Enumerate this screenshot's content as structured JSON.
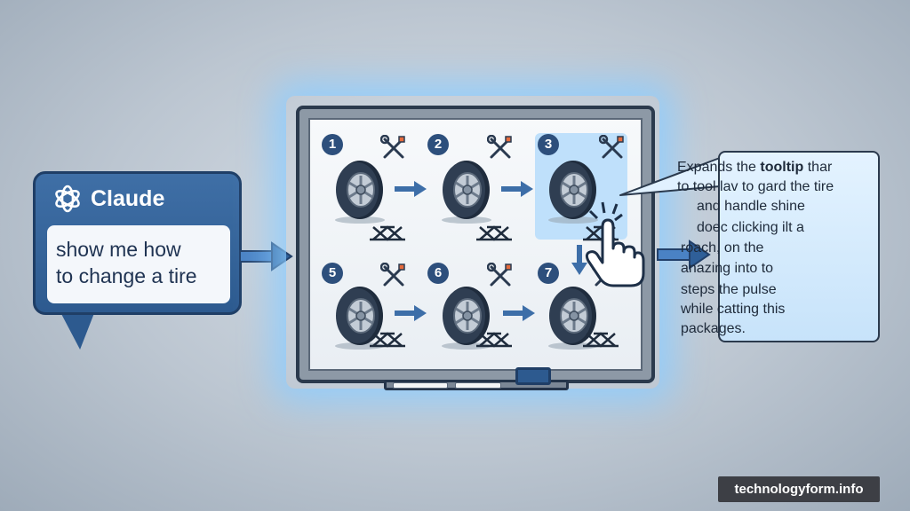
{
  "chat": {
    "app_name": "Claude",
    "message_line1": "show me how",
    "message_line2": "to change a tire"
  },
  "steps": [
    {
      "number": "1"
    },
    {
      "number": "2"
    },
    {
      "number": "3"
    },
    {
      "number": "5"
    },
    {
      "number": "6"
    },
    {
      "number": "7"
    }
  ],
  "tooltip": {
    "lines": [
      {
        "pre": "Expands the ",
        "bold": "tooltip",
        "post": " thar"
      },
      {
        "pre": "to tool lav to gard the tire",
        "bold": "",
        "post": ""
      },
      {
        "pre": "and handle shine",
        "bold": "",
        "post": ""
      },
      {
        "pre": "doec clicking ilt a",
        "bold": "",
        "post": ""
      },
      {
        "pre": "roach, on the",
        "bold": "",
        "post": ""
      },
      {
        "pre": "anazing into to",
        "bold": "",
        "post": ""
      },
      {
        "pre": "steps the pulse",
        "bold": "",
        "post": ""
      },
      {
        "pre": "while catting this",
        "bold": "",
        "post": ""
      },
      {
        "pre": "packages.",
        "bold": "",
        "post": ""
      }
    ]
  },
  "watermark": "technologyform.info",
  "colors": {
    "accent": "#2d5a8f",
    "glow": "#8ccdff",
    "highlight": "#bfe0fb",
    "tooltip_bg": "#d7ecfd"
  },
  "icons": [
    "openai-logo-icon",
    "wrench-screwdriver-icon",
    "tire-icon",
    "car-jack-icon",
    "pointer-hand-icon",
    "arrow-right-icon"
  ]
}
